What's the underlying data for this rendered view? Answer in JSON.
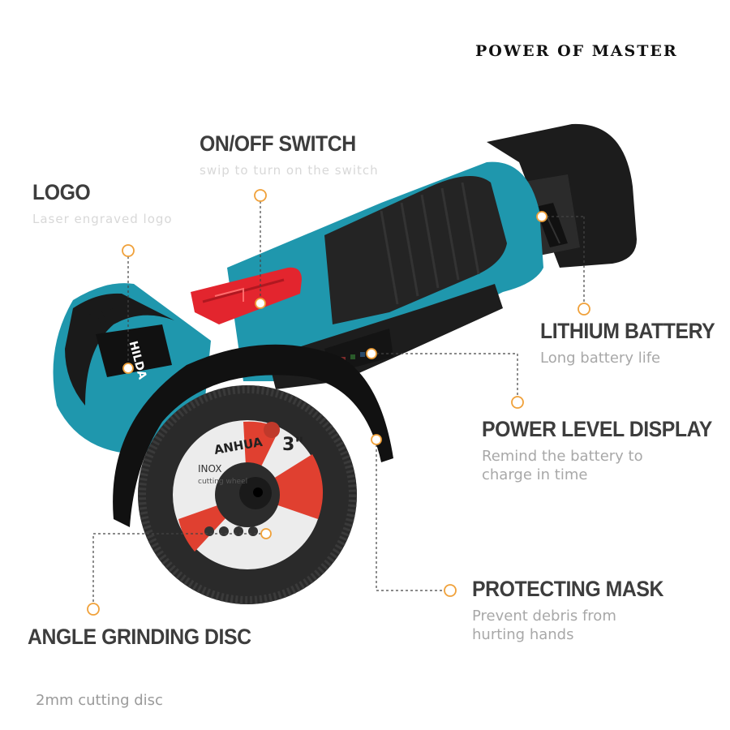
{
  "brand": "POWER OF MASTER",
  "features": {
    "on_off": {
      "title": "ON/OFF SWITCH",
      "desc": "swip to turn on the switch"
    },
    "logo": {
      "title": "LOGO",
      "desc": "Laser engraved logo"
    },
    "battery": {
      "title": "LITHIUM BATTERY",
      "desc": "Long battery life"
    },
    "power_level": {
      "title": "POWER LEVEL DISPLAY",
      "desc": "Remind the battery to\ncharge in time"
    },
    "mask": {
      "title": "PROTECTING MASK",
      "desc": "Prevent debris from\nhurting hands"
    },
    "disc": {
      "title": "ANGLE GRINDING DISC",
      "desc": "2mm cutting disc"
    }
  },
  "product": {
    "logo_text": "HILDA",
    "disc_brand": "ANHUA",
    "disc_size": "3\"",
    "disc_material": "INOX",
    "disc_type": "cutting wheel"
  },
  "colors": {
    "teal": "#1f97ad",
    "body_black": "#1d1d1d",
    "switch_red": "#e3252e",
    "callout_orange": "#f0a13a"
  }
}
